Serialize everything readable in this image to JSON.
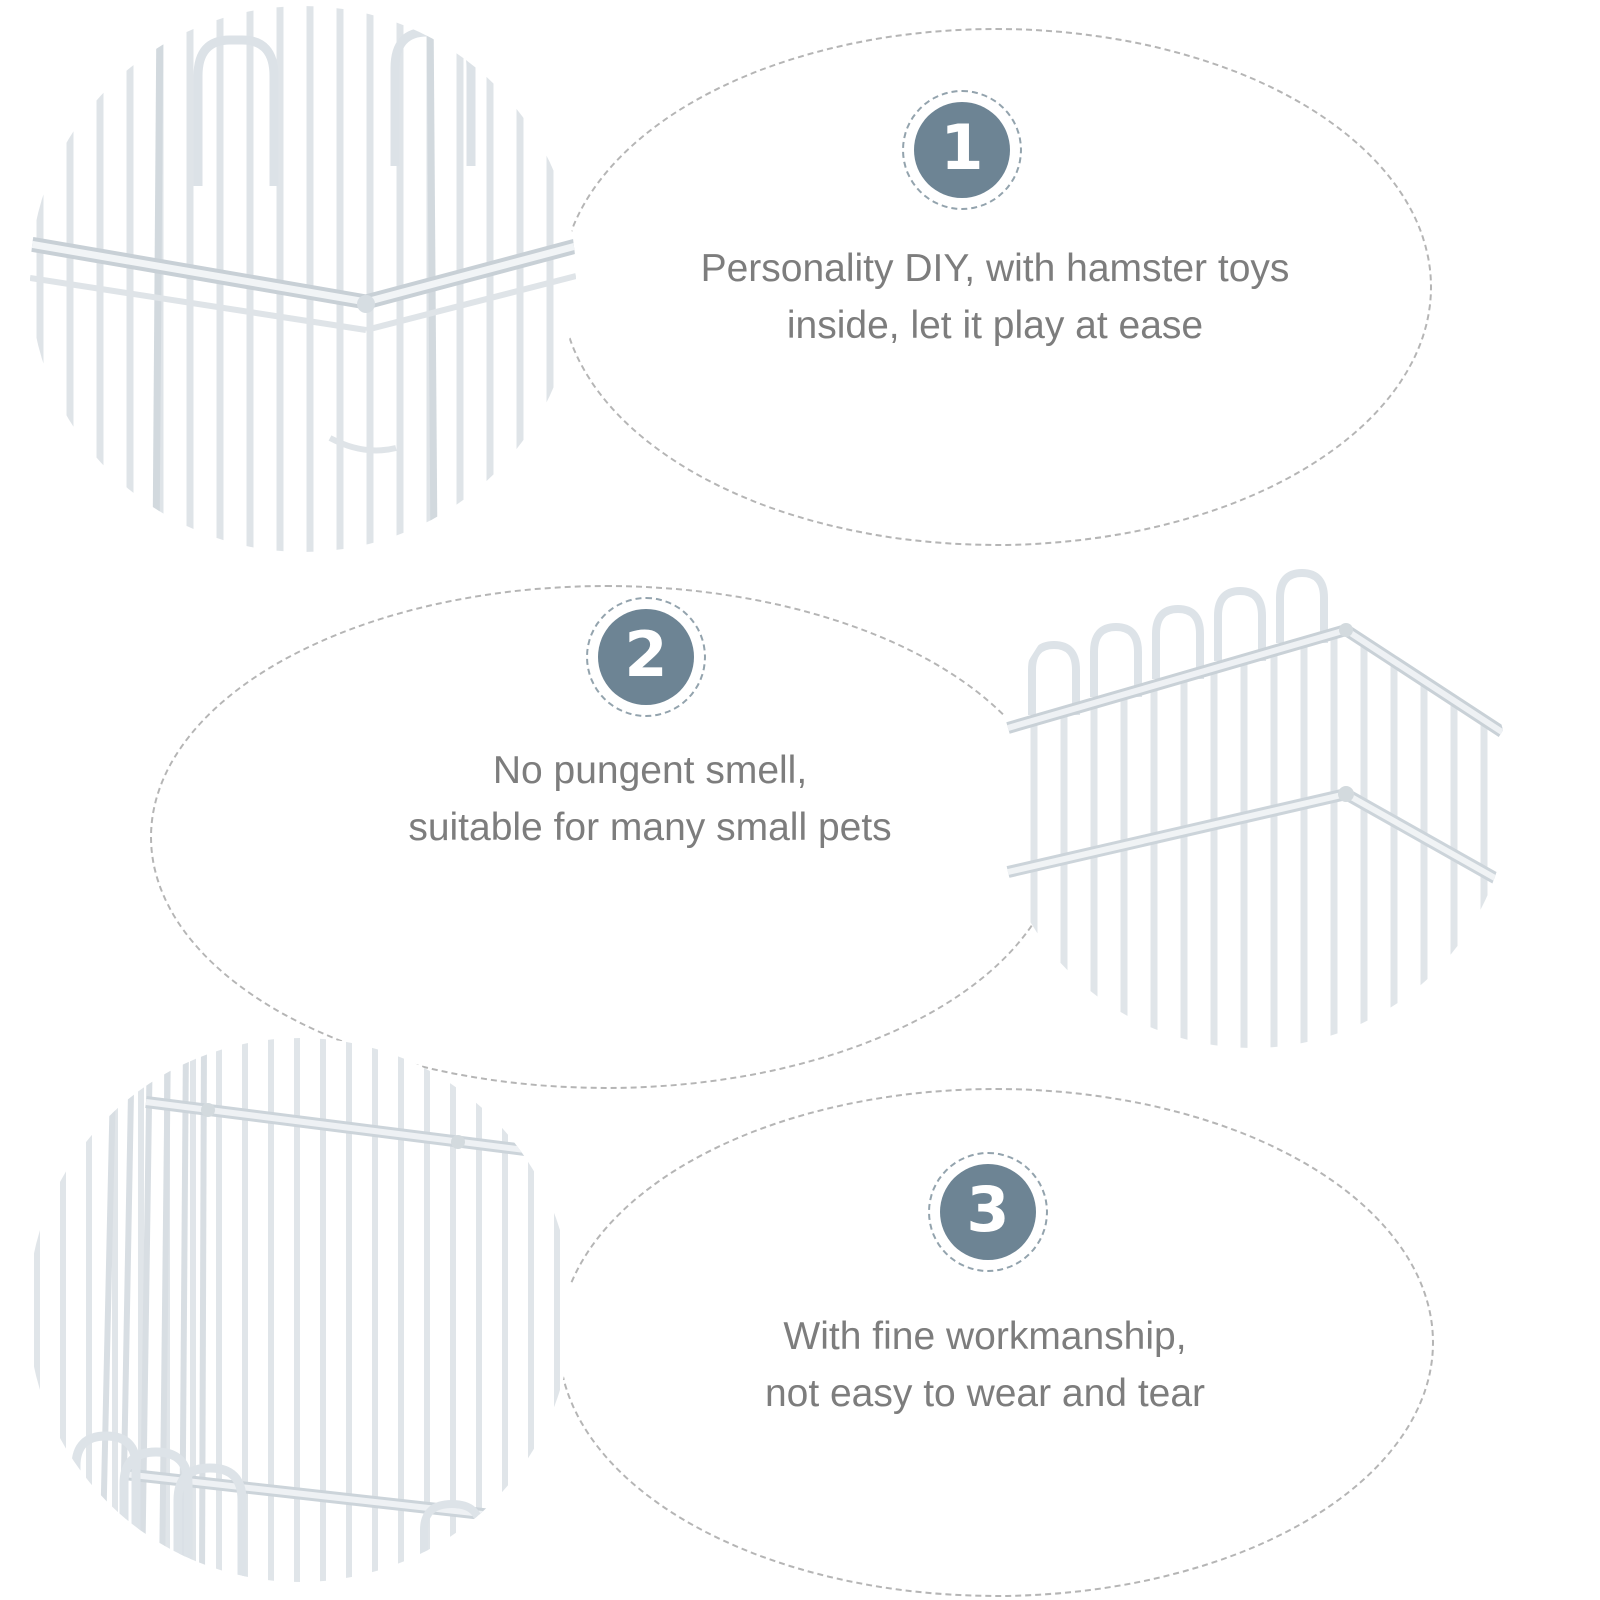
{
  "page": {
    "background": "#ffffff",
    "type": "product-feature-infographic"
  },
  "colors": {
    "badge_fill": "#6d8494",
    "badge_ring": "#93a3ad",
    "caption_text": "#7d7d7d",
    "dashed_ellipse": "#b5b5b5",
    "wire_light": "#e3e8ec",
    "wire_shadow": "#c9d1d7"
  },
  "features": [
    {
      "number": "1",
      "lines": [
        "Personality DIY, with hamster toys",
        "inside, let it play at ease"
      ]
    },
    {
      "number": "2",
      "lines": [
        "No pungent smell,",
        "suitable for many small pets"
      ]
    },
    {
      "number": "3",
      "lines": [
        "With fine workmanship,",
        "not easy to wear and tear"
      ]
    }
  ],
  "photos": [
    {
      "name": "wire-cage-corner-closeup"
    },
    {
      "name": "wire-panel-corner-with-arches"
    },
    {
      "name": "wire-panel-side-with-arches"
    }
  ]
}
